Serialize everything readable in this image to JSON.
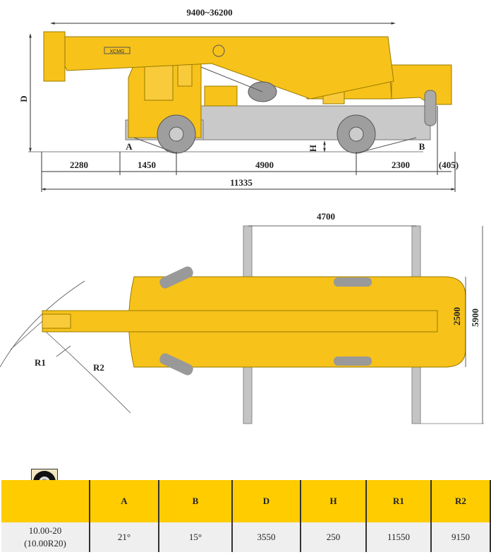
{
  "side_view": {
    "boom_length": "9400~36200",
    "height_label": "D",
    "angle_front_label": "A",
    "angle_rear_label": "B",
    "clearance_label": "H",
    "dims": [
      "2280",
      "1450",
      "4900",
      "2300",
      "(405)"
    ],
    "overall_length": "11335",
    "brand_logo": "XCMG"
  },
  "top_view": {
    "outrigger_longitudinal": "4700",
    "outrigger_transverse": "5900",
    "width": "2500",
    "radius1_label": "R1",
    "radius2_label": "R2"
  },
  "table": {
    "icon": "tire-icon",
    "headers": [
      "A",
      "B",
      "D",
      "H",
      "R1",
      "R2"
    ],
    "row": {
      "tire_line1": "10.00-20",
      "tire_line2": "(10.00R20)",
      "values": [
        "21°",
        "15°",
        "3550",
        "250",
        "11550",
        "9150"
      ]
    }
  },
  "colors": {
    "crane_yellow": "#F7C21A",
    "header_yellow": "#FFCC00",
    "chassis_gray": "#BDBDBD"
  }
}
